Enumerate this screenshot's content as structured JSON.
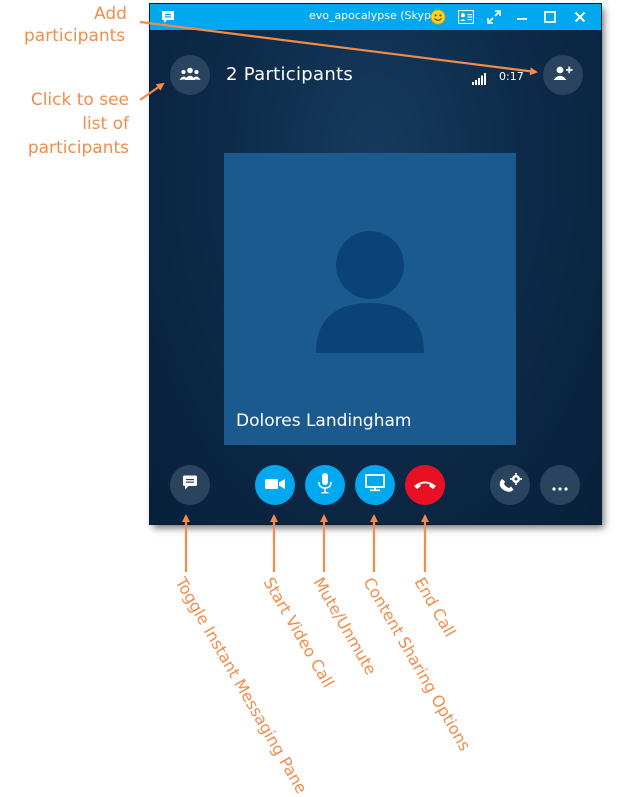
{
  "window": {
    "title": "evo_apocalypse (Skype)"
  },
  "titlebar_icons": [
    "skype-chat-icon",
    "emoticon-icon",
    "contact-card-icon",
    "expand-icon",
    "minimize-icon",
    "maximize-icon",
    "close-icon"
  ],
  "call": {
    "participants_label": "2 Participants",
    "duration": "0:17",
    "caller_name": "Dolores Landingham"
  },
  "controls": [
    {
      "name": "im-toggle",
      "icon": "chat-bubble-icon"
    },
    {
      "name": "start-video",
      "icon": "video-camera-icon"
    },
    {
      "name": "mute",
      "icon": "microphone-icon"
    },
    {
      "name": "content-sharing",
      "icon": "monitor-icon"
    },
    {
      "name": "end-call",
      "icon": "phone-hangup-icon"
    },
    {
      "name": "call-settings",
      "icon": "phone-settings-icon"
    },
    {
      "name": "more-options",
      "icon": "ellipsis-icon"
    }
  ],
  "annotations": {
    "add_participants_line1": "Add",
    "add_participants_line2": "participants",
    "list_line1": "Click to see",
    "list_line2": "list of",
    "list_line3": "participants",
    "toggle_im": "Toggle Instant Messaging Pane",
    "start_video": "Start Video Call",
    "mute": "Mute/Unmute",
    "content_sharing": "Content Sharing Options",
    "end_call": "End Call"
  },
  "colors": {
    "titlebar": "#00a9ef",
    "window_bg": "#0d2a48",
    "video_tile": "#1a5a8e",
    "annotation": "#f28c4b",
    "accent_blue": "#00a9ef",
    "end_call_red": "#e81123"
  }
}
